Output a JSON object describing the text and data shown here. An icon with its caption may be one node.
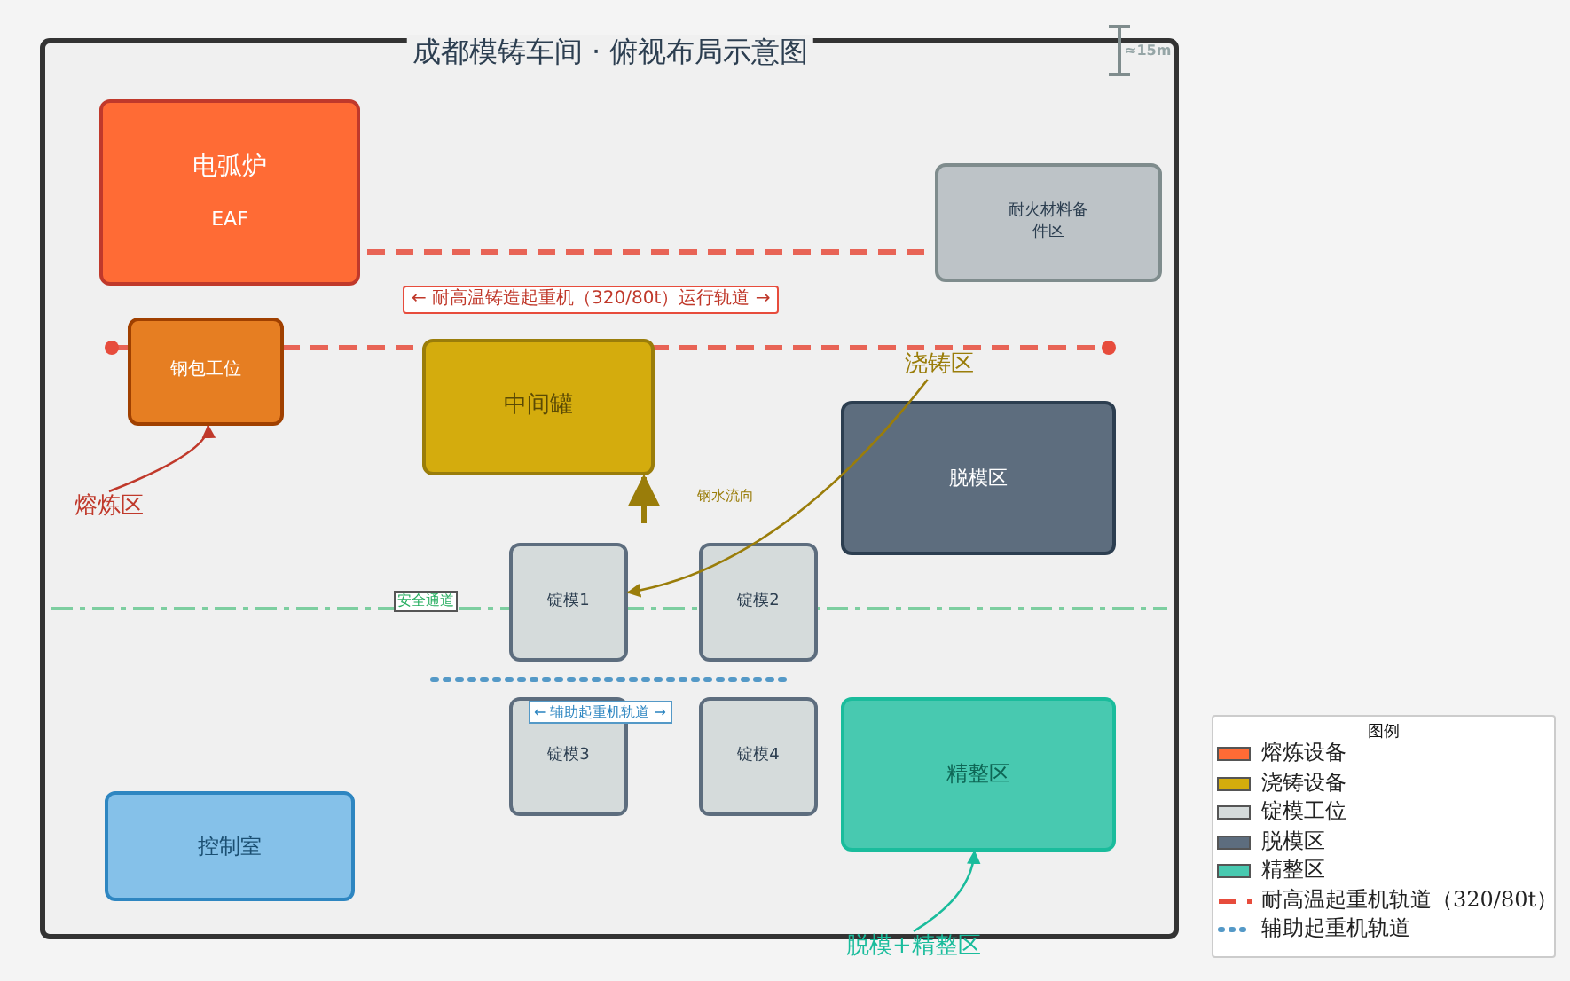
{
  "diagram": {
    "title": "成都模铸车间 · 俯视布局示意图",
    "nodes": [
      {
        "text": [
          "电弧炉",
          "EAF"
        ]
      },
      {
        "text": [
          "耐火材料备件区"
        ]
      },
      {
        "text": [
          "钢包工位"
        ]
      },
      {
        "text": [
          "中间罐"
        ]
      },
      {
        "text": [
          "脱模区"
        ]
      },
      {
        "text": [
          "锭模1"
        ]
      },
      {
        "text": [
          "锭模2"
        ]
      },
      {
        "text": [
          "锭模3"
        ]
      },
      {
        "text": [
          "锭模4"
        ]
      },
      {
        "text": [
          "控制室"
        ]
      },
      {
        "text": [
          "精整区"
        ]
      },
      {
        "text": [
          "熔炼区"
        ]
      },
      {
        "text": [
          "浇铸区"
        ]
      },
      {
        "text": [
          "脱模+精整区"
        ]
      }
    ],
    "edges": [
      {
        "from": 11,
        "to": 2,
        "arrow": "to",
        "color": "#c0392b"
      },
      {
        "from": 12,
        "to": 5,
        "arrow": "to",
        "color": "#9a7d0a"
      },
      {
        "from": 13,
        "to": 10,
        "arrow": "to",
        "color": "#1abc9c"
      },
      {
        "from": null,
        "to": 3,
        "arrow": "to",
        "label": "钢水流向",
        "style": "thick",
        "color": "#9a7d0a"
      }
    ],
    "labels": [
      "← 耐高温铸造起重机（320/80t）运行轨道 →",
      "安全通道",
      "← 辅助起重机轨道 →",
      "≈15m",
      "图例"
    ],
    "legend": [
      {
        "text": "熔炼设备",
        "color": "#ff6b35"
      },
      {
        "text": "浇铸设备",
        "color": "#d4ac0d"
      },
      {
        "text": "锭模工位",
        "color": "#d5dbdb"
      },
      {
        "text": "脱模区",
        "color": "#5d6d7e"
      },
      {
        "text": "精整区",
        "color": "#48c9b0"
      },
      {
        "text": "耐高温起重机轨道（320/80t）"
      },
      {
        "text": "辅助起重机轨道"
      }
    ]
  }
}
